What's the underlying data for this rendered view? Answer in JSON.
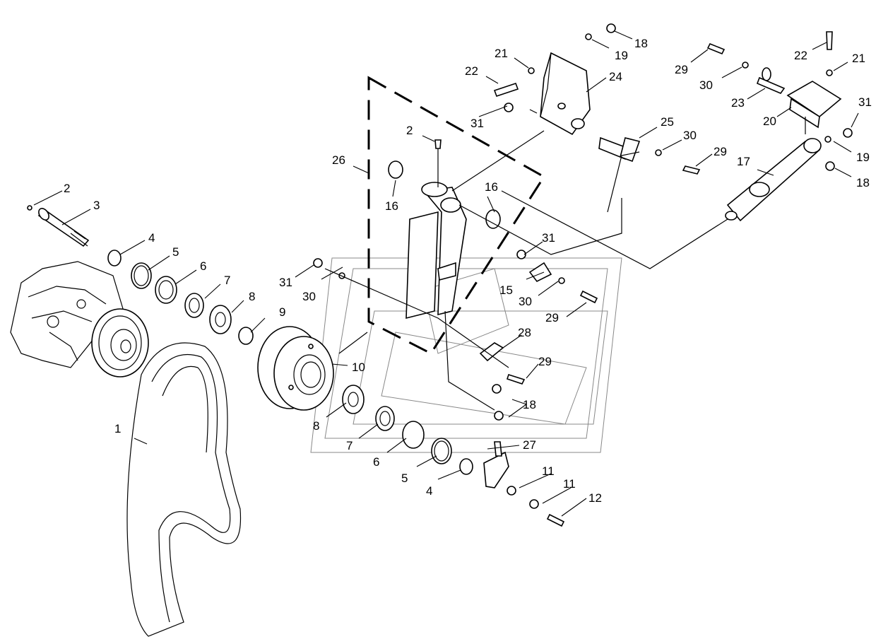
{
  "labels": [
    "1",
    "2",
    "2",
    "3",
    "4",
    "4",
    "5",
    "5",
    "6",
    "6",
    "7",
    "7",
    "8",
    "8",
    "9",
    "10",
    "11",
    "11",
    "12",
    "15",
    "16",
    "16",
    "17",
    "18",
    "18",
    "18",
    "19",
    "19",
    "20",
    "21",
    "21",
    "22",
    "22",
    "23",
    "24",
    "25",
    "26",
    "27",
    "28",
    "29",
    "29",
    "29",
    "29",
    "30",
    "30",
    "30",
    "30",
    "31",
    "31",
    "31",
    "31"
  ]
}
